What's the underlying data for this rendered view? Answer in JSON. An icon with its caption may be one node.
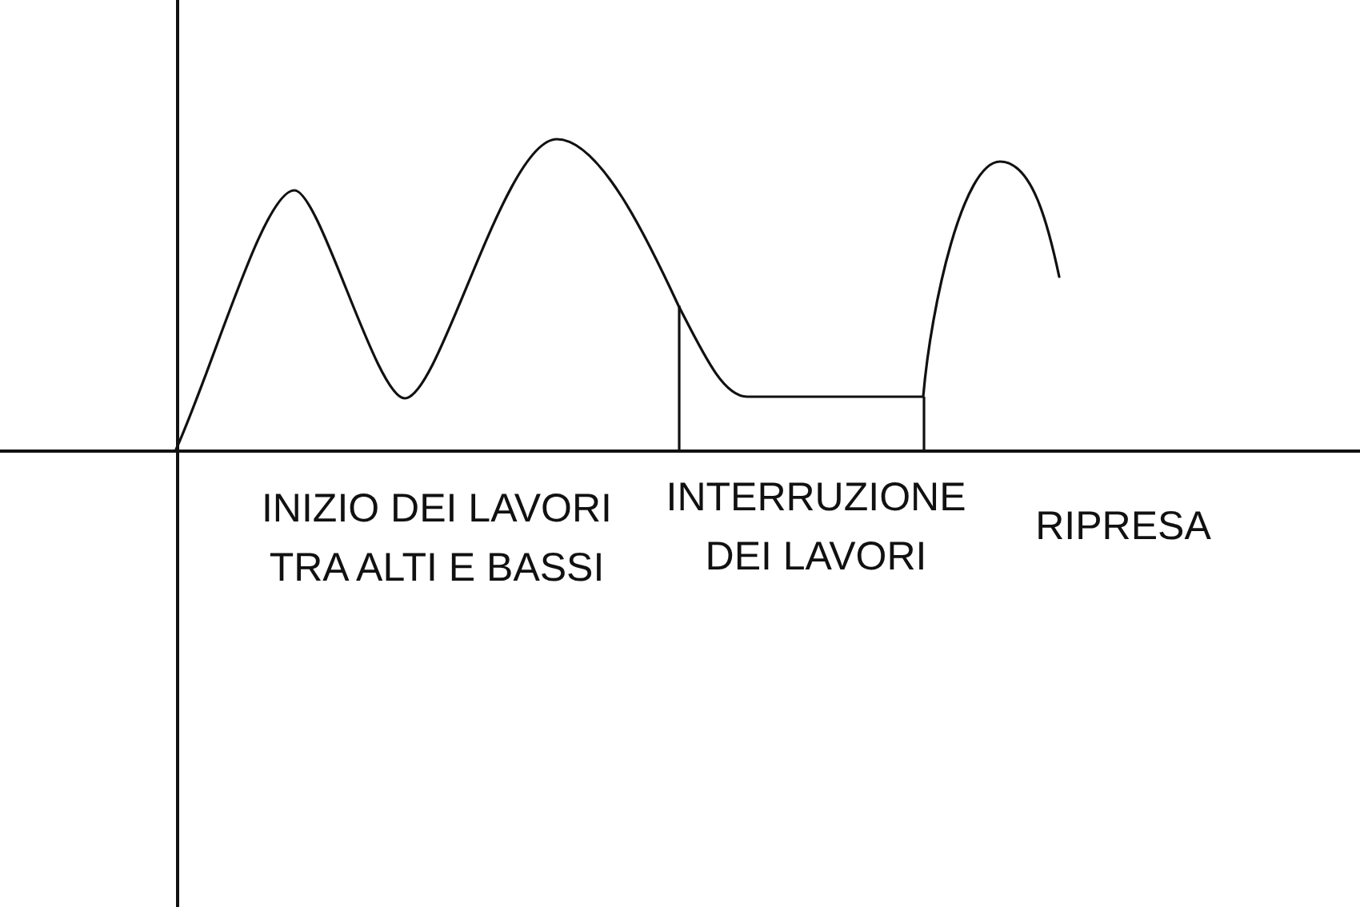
{
  "diagram": {
    "labels": [
      "INIZIO DEI LAVORI TRA ALTI E BASSI",
      "INTERRUZIONE DEI LAVORI",
      "RIPRESA"
    ]
  }
}
